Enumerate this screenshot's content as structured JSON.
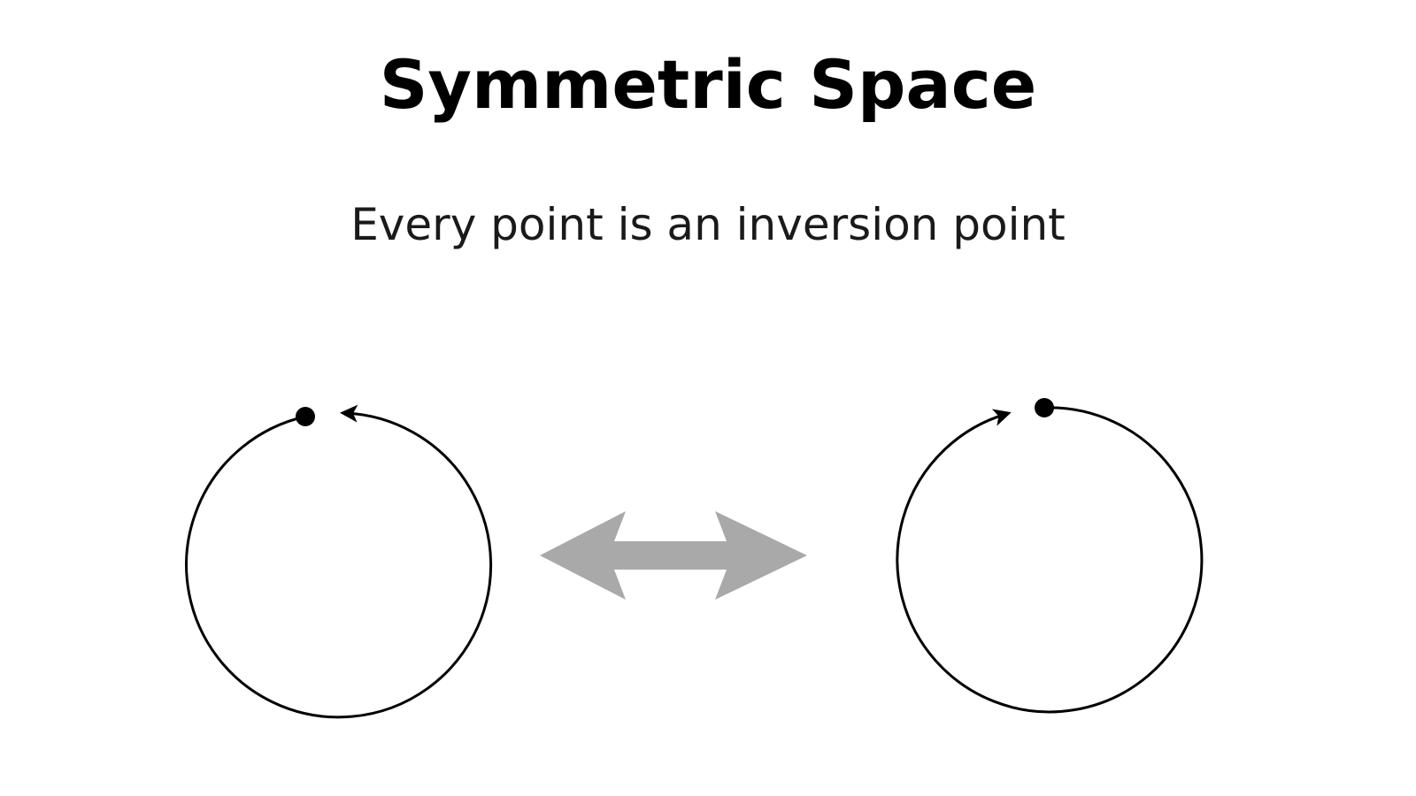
{
  "title": "Symmetric Space",
  "subtitle": "Every point is an inversion point",
  "colors": {
    "stroke": "#000000",
    "double_arrow": "#a9a9a9",
    "background": "#ffffff"
  },
  "icons": {
    "left": "circle-with-counterclockwise-arrow",
    "center": "double-headed-arrow",
    "right": "circle-with-clockwise-arrow"
  }
}
